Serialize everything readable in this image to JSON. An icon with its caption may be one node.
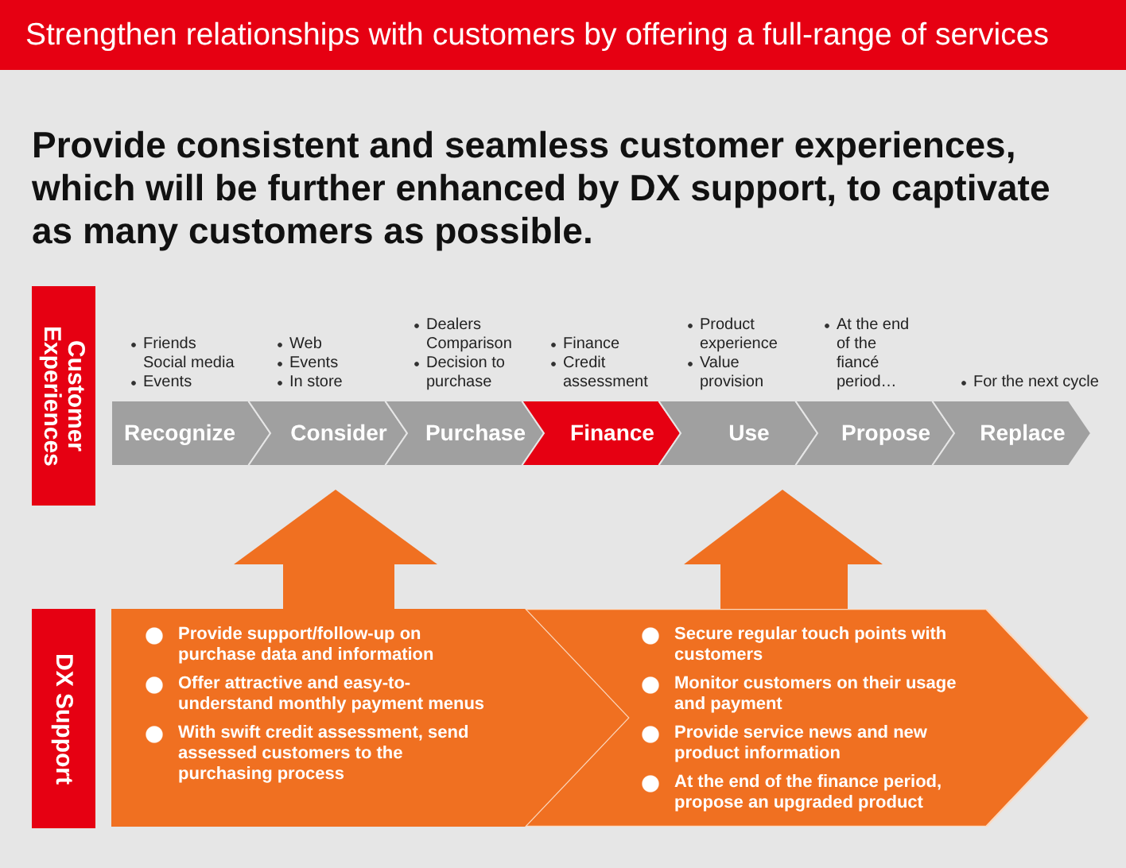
{
  "diagram": {
    "title": "Strengthen relationships with customers by offering a full-range of services",
    "nodes": [
      {
        "text": [
          "Customer Experiences"
        ]
      },
      {
        "text": [
          "Recognize"
        ],
        "beside": [
          "Friends Social media",
          "Events"
        ]
      },
      {
        "text": [
          "Consider"
        ],
        "beside": [
          "Web",
          "Events",
          "In store"
        ]
      },
      {
        "text": [
          "Purchase"
        ],
        "beside": [
          "Dealers Comparison",
          "Decision to purchase"
        ]
      },
      {
        "text": [
          "Finance"
        ],
        "beside": [
          "Finance",
          "Credit assessment"
        ]
      },
      {
        "text": [
          "Use"
        ],
        "beside": [
          "Product experience",
          "Value provision"
        ]
      },
      {
        "text": [
          "Propose"
        ],
        "beside": [
          "At the end of the fiancé period…"
        ]
      },
      {
        "text": [
          "Replace"
        ],
        "beside": [
          "For the next cycle"
        ]
      },
      {
        "text": [
          "DX Support"
        ]
      },
      {
        "text": [
          "Provide support/follow-up on purchase data and information",
          "Offer attractive and easy-to-understand monthly payment menus",
          "With swift credit assessment, send assessed customers to the purchasing process"
        ]
      },
      {
        "text": [
          "Secure regular touch points with customers",
          "Monitor customers on their usage and payment",
          "Provide service news and new product information",
          "At the end of the finance period, propose an upgraded product"
        ]
      }
    ],
    "edges": [
      {
        "from": 9,
        "to": null,
        "arrow": "to"
      },
      {
        "from": 10,
        "to": null,
        "arrow": "to"
      }
    ],
    "labels": [
      "Provide consistent and seamless customer experiences, which will be further enhanced by DX support, to captivate as many customers as possible."
    ]
  }
}
